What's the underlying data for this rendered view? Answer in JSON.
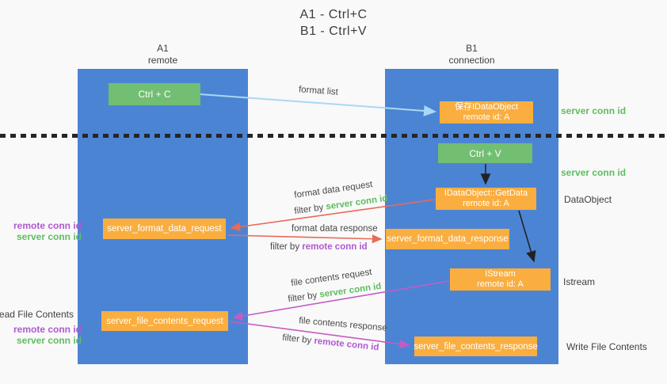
{
  "title": {
    "line1": "A1 - Ctrl+C",
    "line2": "B1 - Ctrl+V"
  },
  "lifelines": {
    "left": {
      "id": "A1",
      "name": "remote"
    },
    "right": {
      "id": "B1",
      "name": "connection"
    }
  },
  "nodes": {
    "ctrl_c": {
      "label": "Ctrl + C"
    },
    "save_idataobject": {
      "line1": "保存IDataObject",
      "line2": "remote id: A"
    },
    "ctrl_v": {
      "label": "Ctrl + V"
    },
    "getdata": {
      "line1": "IDataObject::GetData",
      "line2": "remote id: A"
    },
    "istream": {
      "line1": "IStream",
      "line2": "remote id: A"
    },
    "format_request": {
      "label": "server_format_data_request"
    },
    "format_response": {
      "label": "server_format_data_response"
    },
    "file_request": {
      "label": "server_file_contents_request"
    },
    "file_response": {
      "label": "server_file_contents_response"
    }
  },
  "side_labels": {
    "server_conn_id_top": "server conn id",
    "server_conn_id_mid": "server conn id",
    "dataobject": "DataObject",
    "istream": "Istream",
    "write_file_contents": "Write File Contents",
    "read_file_contents": "Read File Contents",
    "left_remote_conn_id_1": "remote conn id",
    "left_server_conn_id_1": "server conn id",
    "left_remote_conn_id_2": "remote conn id",
    "left_server_conn_id_2": "server conn id"
  },
  "arrows": {
    "format_list": {
      "label": "format list"
    },
    "format_data_request": {
      "label": "format data request",
      "filter_prefix": "filter by ",
      "filter_key": "server conn id"
    },
    "format_data_response": {
      "label": "format data response",
      "filter_prefix": "filter by ",
      "filter_key": "remote conn id"
    },
    "file_contents_request": {
      "label": "file contents request",
      "filter_prefix": "filter by ",
      "filter_key": "server conn id"
    },
    "file_contents_response": {
      "label": "file contents response",
      "filter_prefix": "filter by ",
      "filter_key": "remote conn id"
    }
  },
  "colors": {
    "column_blue": "#4C84D4",
    "box_green": "#72BE72",
    "box_orange": "#F9AE3F",
    "arrow_light_blue": "#A9D8F3",
    "arrow_red": "#E96A57",
    "arrow_magenta": "#C55BC4",
    "label_green": "#5FBC61",
    "label_purple": "#B159CF"
  }
}
